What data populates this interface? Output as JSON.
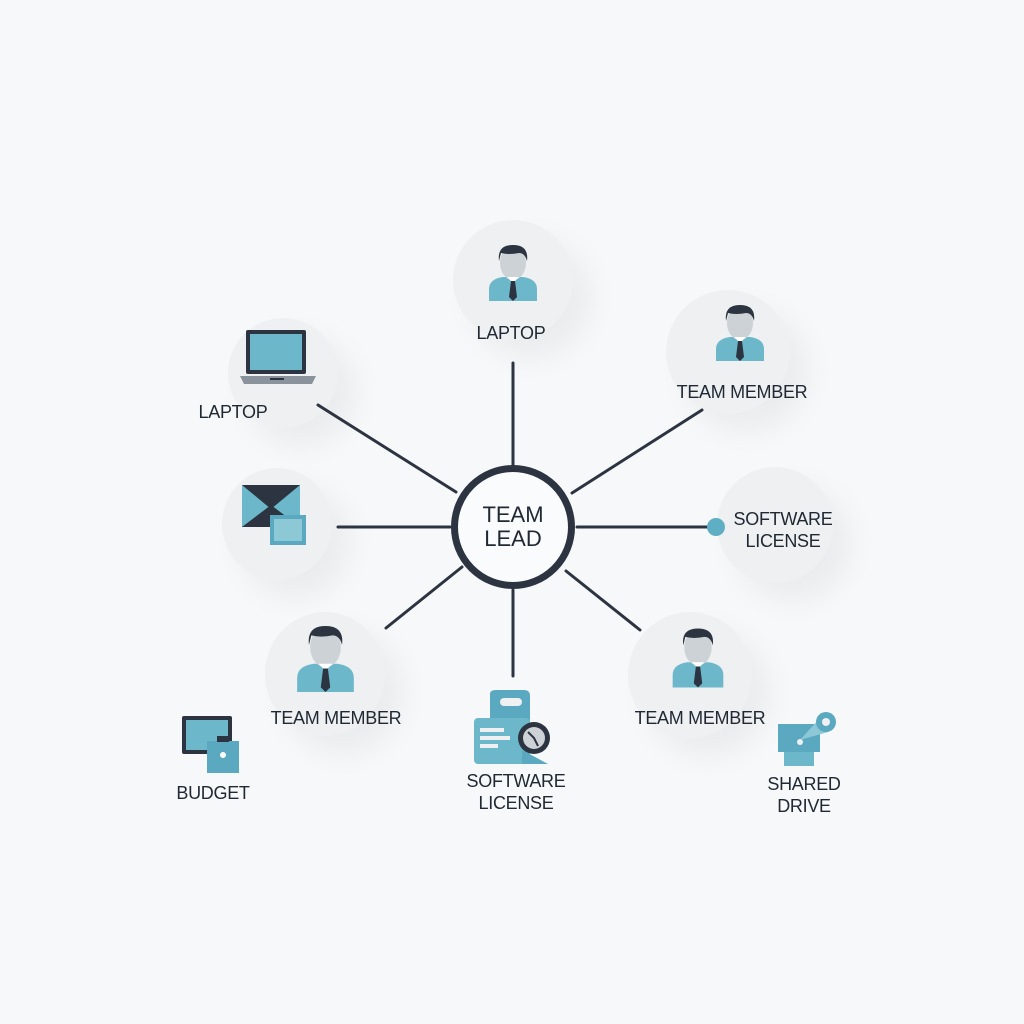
{
  "center": {
    "line1": "TEAM",
    "line2": "LEAD"
  },
  "nodes": {
    "top": {
      "label": "LAPTOP",
      "icon": "person-icon"
    },
    "upper_right": {
      "label": "TEAM MEMBER",
      "icon": "person-icon"
    },
    "upper_left": {
      "label": "LAPTOP",
      "icon": "laptop-icon"
    },
    "left": {
      "label": "",
      "icon": "email-icon"
    },
    "right": {
      "line1": "SOFTWARE",
      "line2": "LICENSE",
      "icon": "dot-icon"
    },
    "lower_left": {
      "label": "TEAM MEMBER",
      "icon": "person-icon"
    },
    "bottom": {
      "line1": "SOFTWARE",
      "line2": "LICENSE",
      "icon": "license-icon"
    },
    "lower_right": {
      "label": "TEAM MEMBER",
      "icon": "person-icon"
    },
    "budget": {
      "label": "BUDGET",
      "icon": "budget-icon"
    },
    "shared_drive": {
      "line1": "SHARED",
      "line2": "DRIVE",
      "icon": "shared-drive-icon"
    }
  },
  "colors": {
    "accent": "#5fafc4",
    "dark": "#2b3440",
    "background": "#f7f8f9"
  }
}
